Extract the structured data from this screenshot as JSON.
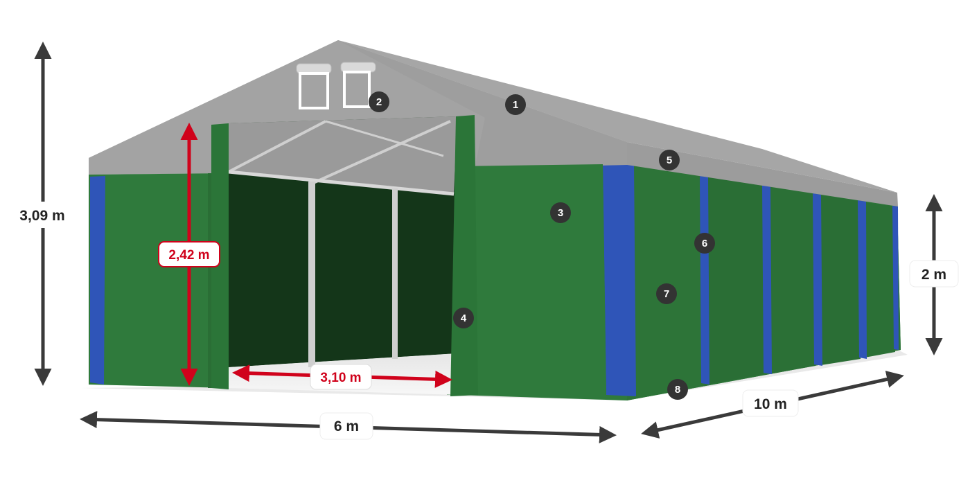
{
  "dimensions": {
    "total_height": "3,09 m",
    "door_height": "2,42 m",
    "door_width": "3,10 m",
    "wall_height": "2 m",
    "length": "10 m",
    "width": "6 m"
  },
  "markers": [
    "1",
    "2",
    "3",
    "4",
    "5",
    "6",
    "7",
    "8"
  ],
  "colors": {
    "roof": "#9c9c9c",
    "wall_green": "#2f7a3c",
    "frame_blue": "#2f55b8",
    "arrow_dark": "#3a3a3a",
    "arrow_red": "#d0021b",
    "marker_fill": "#333333"
  }
}
